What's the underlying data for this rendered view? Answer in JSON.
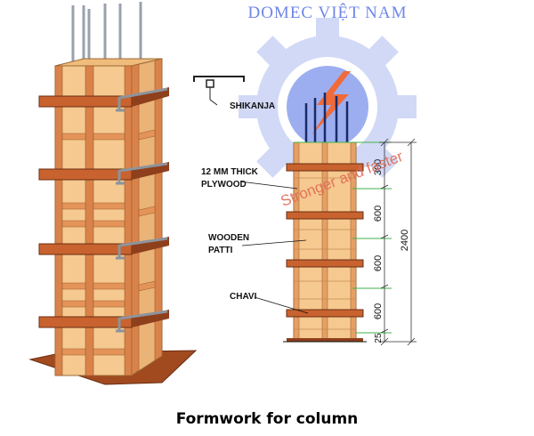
{
  "watermark": {
    "brand": "DOMEC VIỆT NAM",
    "slogan": "Stronger and faster",
    "gear_color": "#c9d3f5",
    "gear_inner_color": "#8da1ee",
    "bolt_color": "#f06a3a"
  },
  "labels": {
    "shikanja": "SHIKANJA",
    "plywood_line1": "12 MM THICK",
    "plywood_line2": "PLYWOOD",
    "patti_line1": "WOODEN",
    "patti_line2": "PATTI",
    "chavi": "CHAVI"
  },
  "dimensions": {
    "d_top": "300",
    "d_mid1": "600",
    "d_mid2": "600",
    "d_mid3": "600",
    "d_base": "25",
    "d_total": "2400"
  },
  "caption": "Formwork for column",
  "colors": {
    "plywood": "#f5c98f",
    "patti": "#c8632f",
    "patti_dark": "#8e3f1b",
    "base": "#a14a20",
    "rebar": "#9aa1ad"
  }
}
